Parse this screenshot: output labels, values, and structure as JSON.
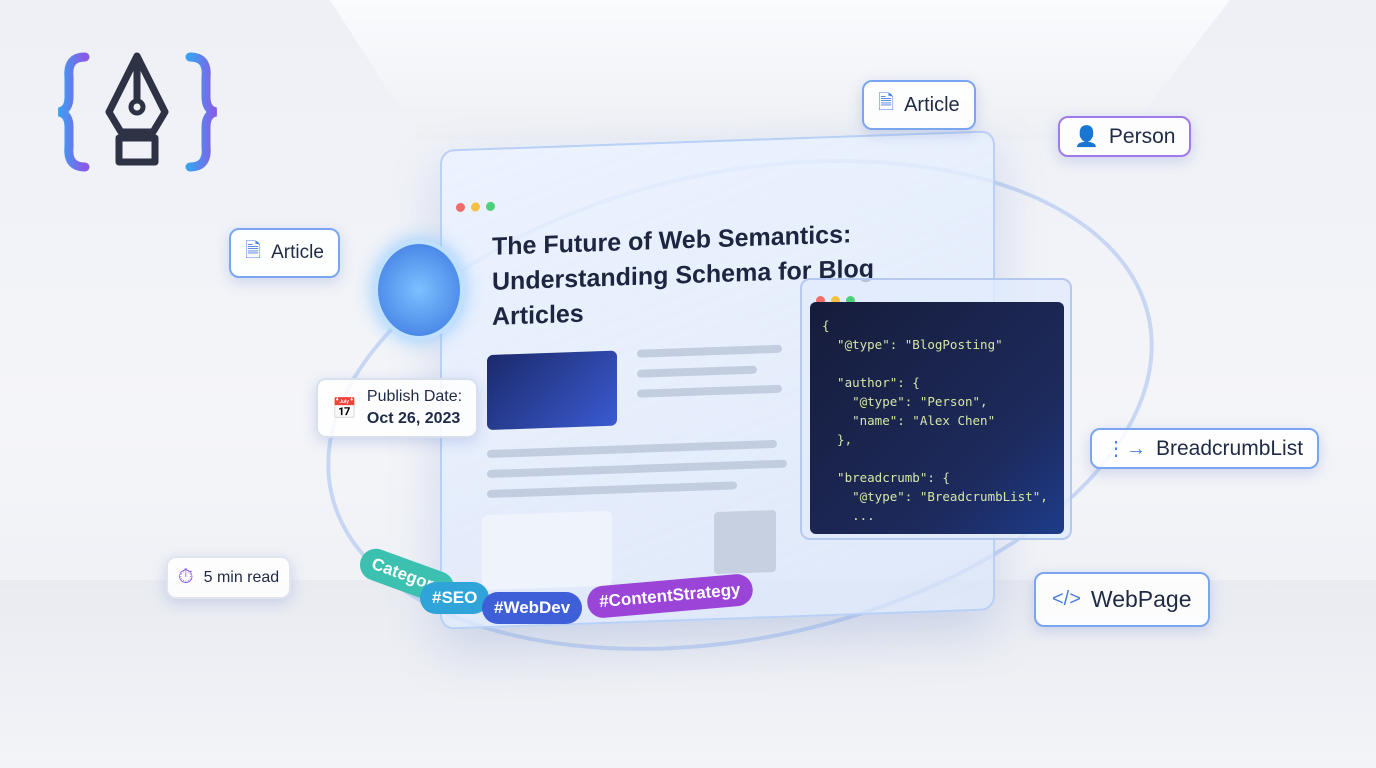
{
  "article": {
    "title": "The Future of Web Semantics: Understanding Schema for Blog Articles"
  },
  "chips": {
    "article_top": "Article",
    "article_left": "Article",
    "person": "Person",
    "breadcrumb": "BreadcrumbList",
    "webpage": "WebPage",
    "publish_label": "Publish Date:",
    "publish_date": "Oct 26, 2023",
    "read_time": "5 min read"
  },
  "tags": [
    "Category",
    "#SEO",
    "#WebDev",
    "#ContentStrategy"
  ],
  "tag_colors": [
    "#3cc0b0",
    "#2ea4d8",
    "#3f5fd8",
    "#9a45d8"
  ],
  "code": "{\n  \"@type\": \"BlogPosting\"\n\n  \"author\": {\n    \"@type\": \"Person\",\n    \"name\": \"Alex Chen\"\n  },\n\n  \"breadcrumb\": {\n    \"@type\": \"BreadcrumbList\",\n    ..."
}
